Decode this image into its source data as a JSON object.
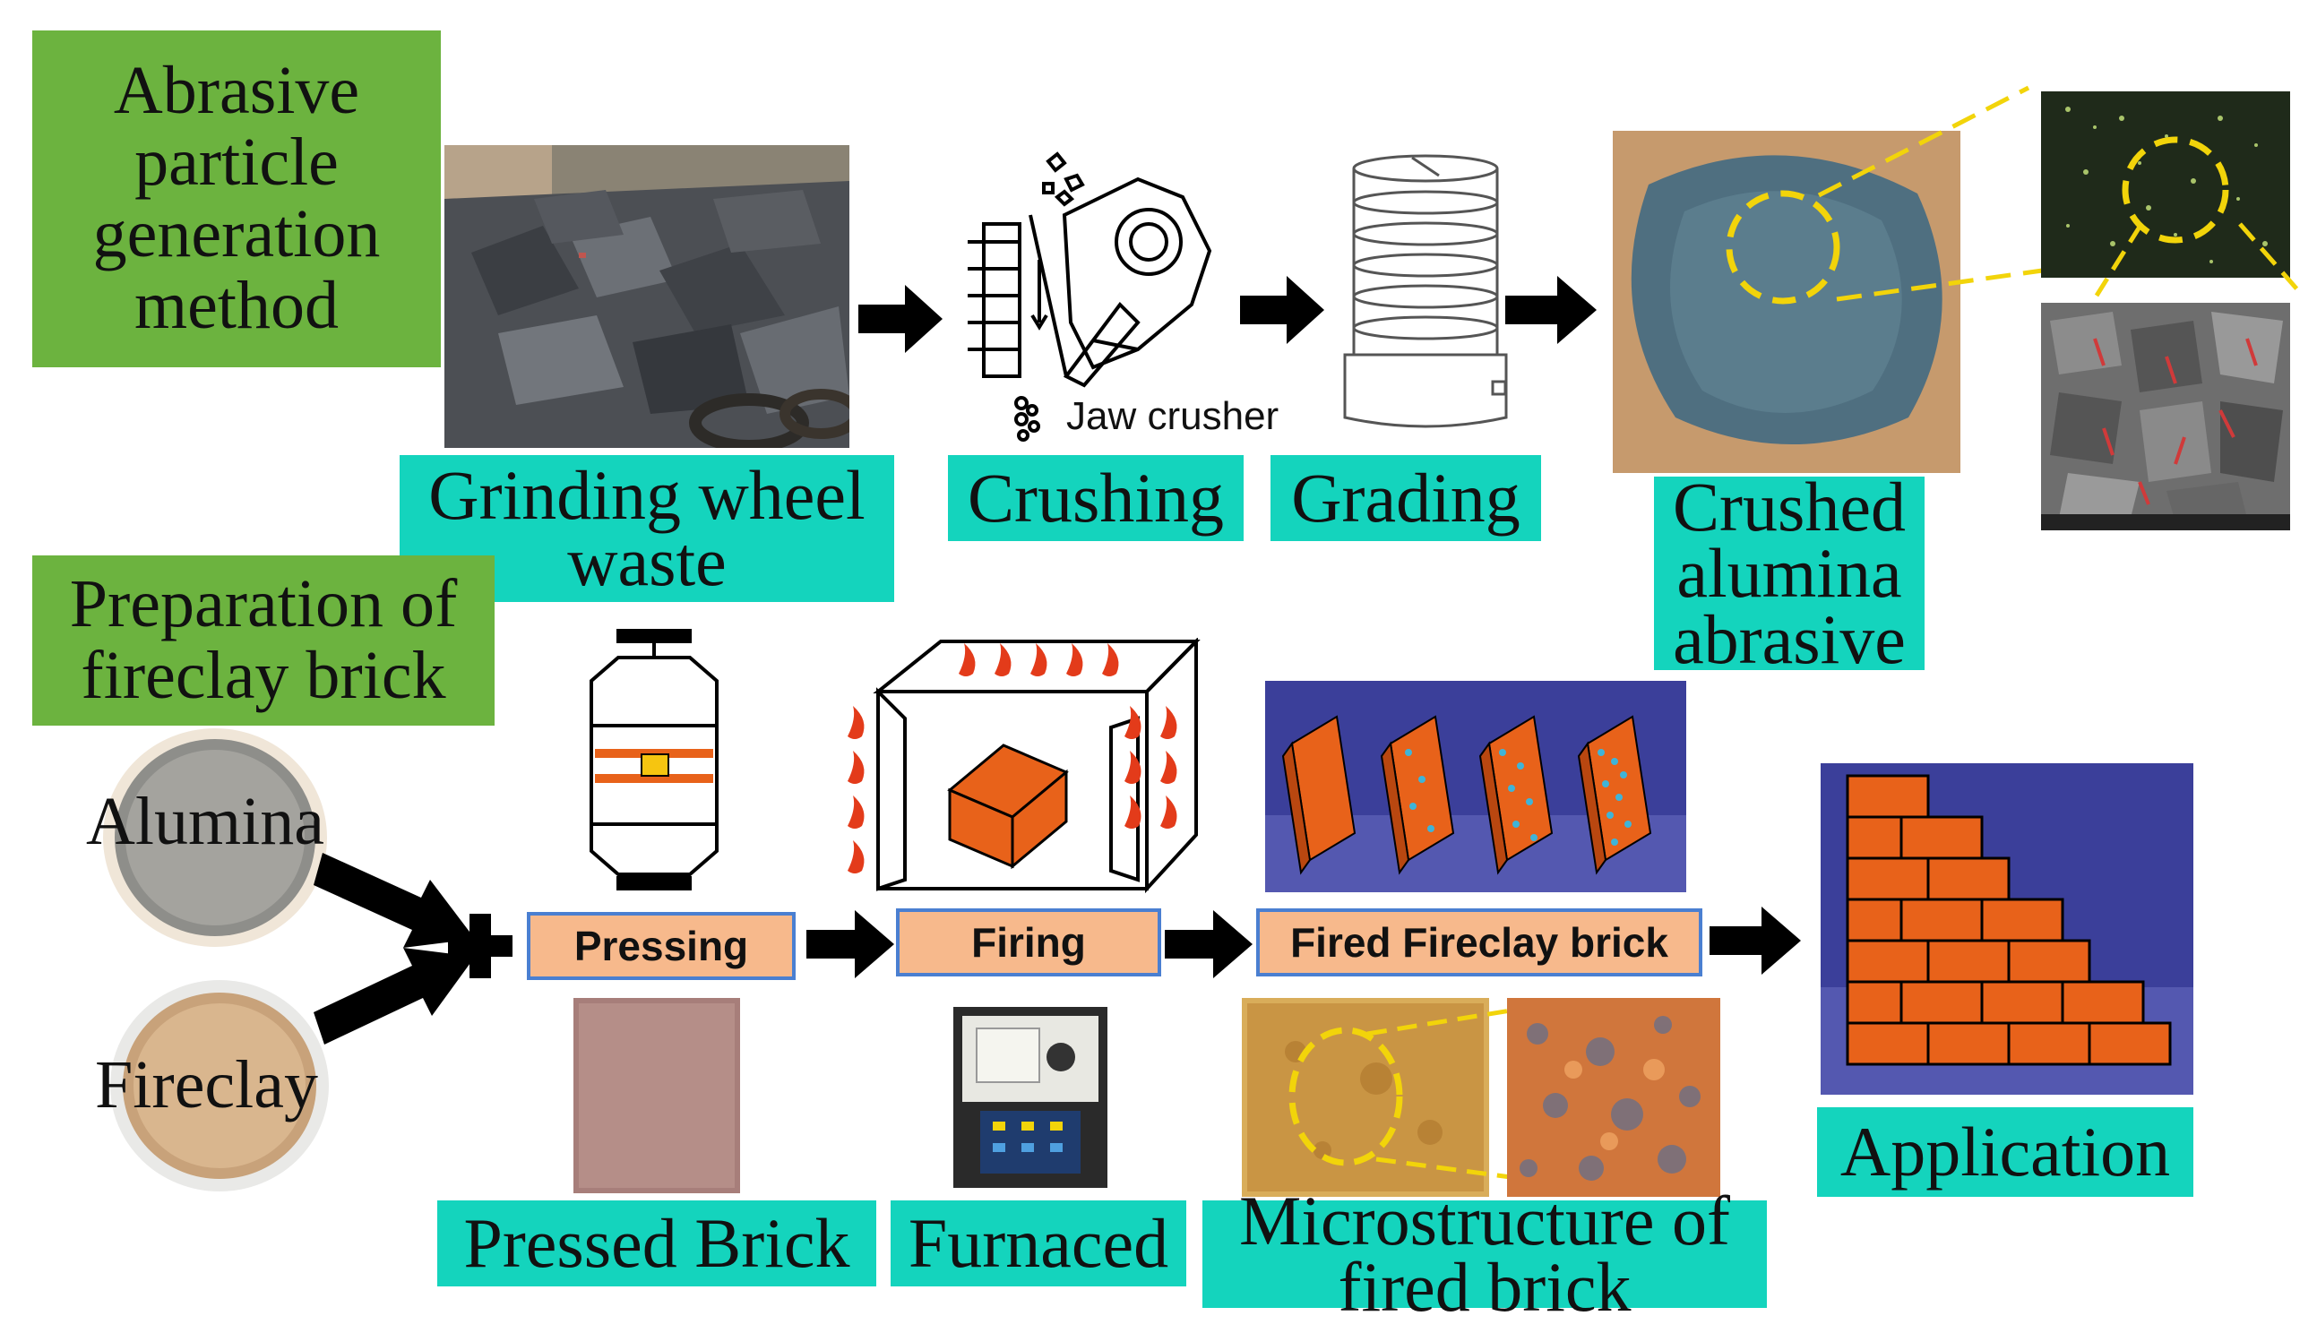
{
  "top_section": {
    "title": "Abrasive particle generation method",
    "steps": [
      {
        "label": "Grinding wheel waste"
      },
      {
        "label": "Crushing"
      },
      {
        "label": "Grading"
      },
      {
        "label": "Crushed alumina abrasive"
      }
    ],
    "jaw_crusher_caption": "Jaw crusher"
  },
  "bottom_section": {
    "title": "Preparation of fireclay brick",
    "inputs": [
      {
        "label": "Alumina"
      },
      {
        "label": "Fireclay"
      }
    ],
    "process_boxes": [
      {
        "label": "Pressing"
      },
      {
        "label": "Firing"
      },
      {
        "label": "Fired Fireclay brick"
      }
    ],
    "captions": [
      {
        "label": "Pressed Brick"
      },
      {
        "label": "Furnaced"
      },
      {
        "label": "Microstructure of fired brick"
      },
      {
        "label": "Application"
      }
    ]
  },
  "colors": {
    "title_box": "#6cb33f",
    "caption_box": "#14d4bd",
    "process_box": "#f7b98c",
    "process_box_border": "#4a7fd1",
    "brick": "#e8621a",
    "highlight_dashes": "#f2d40a",
    "arrow": "#000000"
  }
}
